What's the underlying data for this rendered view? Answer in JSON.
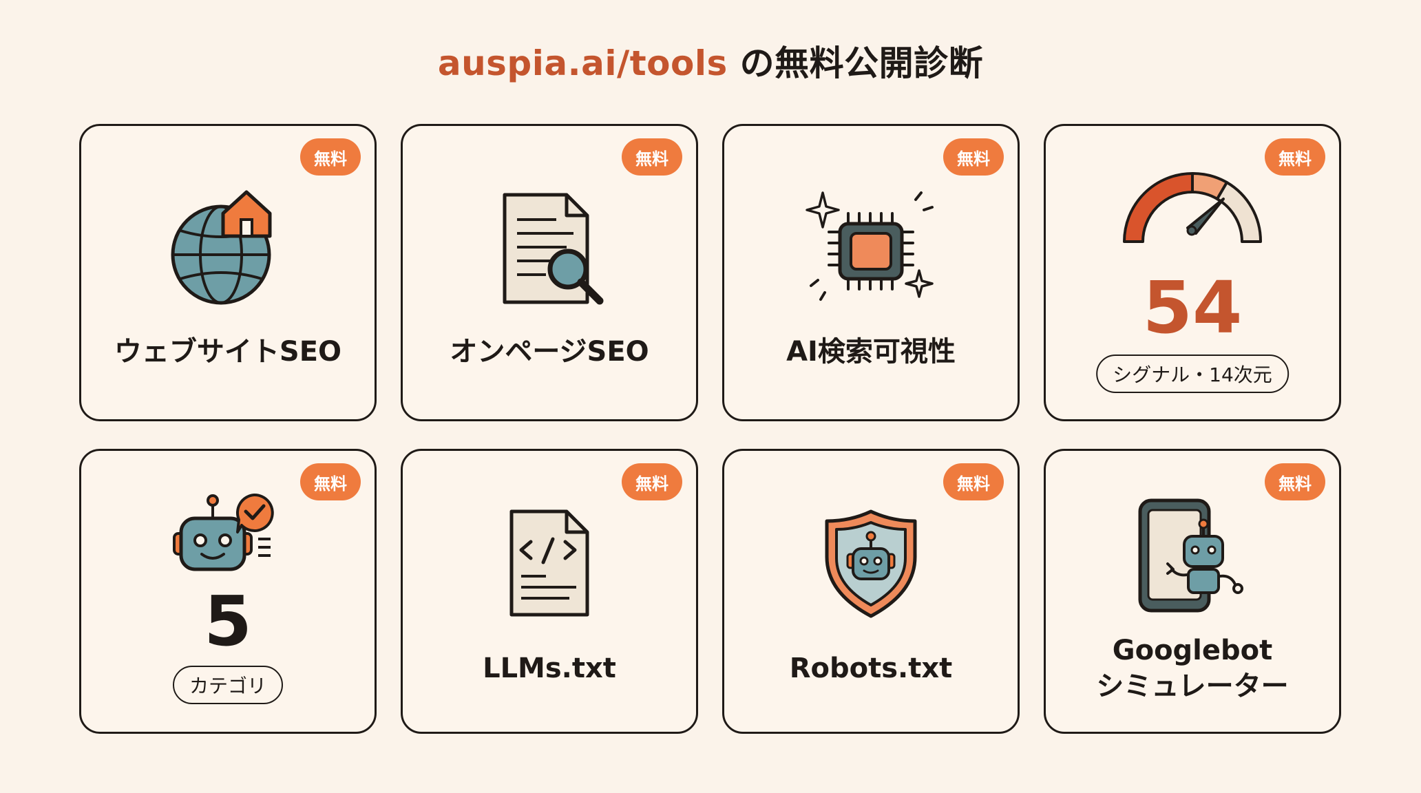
{
  "header": {
    "title_accent": "auspia.ai/tools",
    "title_rest": " の無料公開診断"
  },
  "badge_label": "無料",
  "cards": [
    {
      "icon": "globe-home-icon",
      "label": "ウェブサイトSEO"
    },
    {
      "icon": "document-search-icon",
      "label": "オンページSEO"
    },
    {
      "icon": "ai-chip-icon",
      "label": "AI検索可視性"
    },
    {
      "icon": "speed-gauge-icon",
      "value": "54",
      "pill": "シグナル・14次元"
    },
    {
      "icon": "robot-chat-icon",
      "value": "5",
      "pill": "カテゴリ"
    },
    {
      "icon": "code-document-icon",
      "label": "LLMs.txt"
    },
    {
      "icon": "robot-shield-icon",
      "label": "Robots.txt"
    },
    {
      "icon": "phone-robot-icon",
      "label_line1": "Googlebot",
      "label_line2": "シミュレーター"
    }
  ],
  "colors": {
    "background": "#fbf3ea",
    "accent": "#c4552e",
    "badge": "#ef7b3e",
    "teal": "#6e9ea6",
    "border": "#1f1a17"
  }
}
